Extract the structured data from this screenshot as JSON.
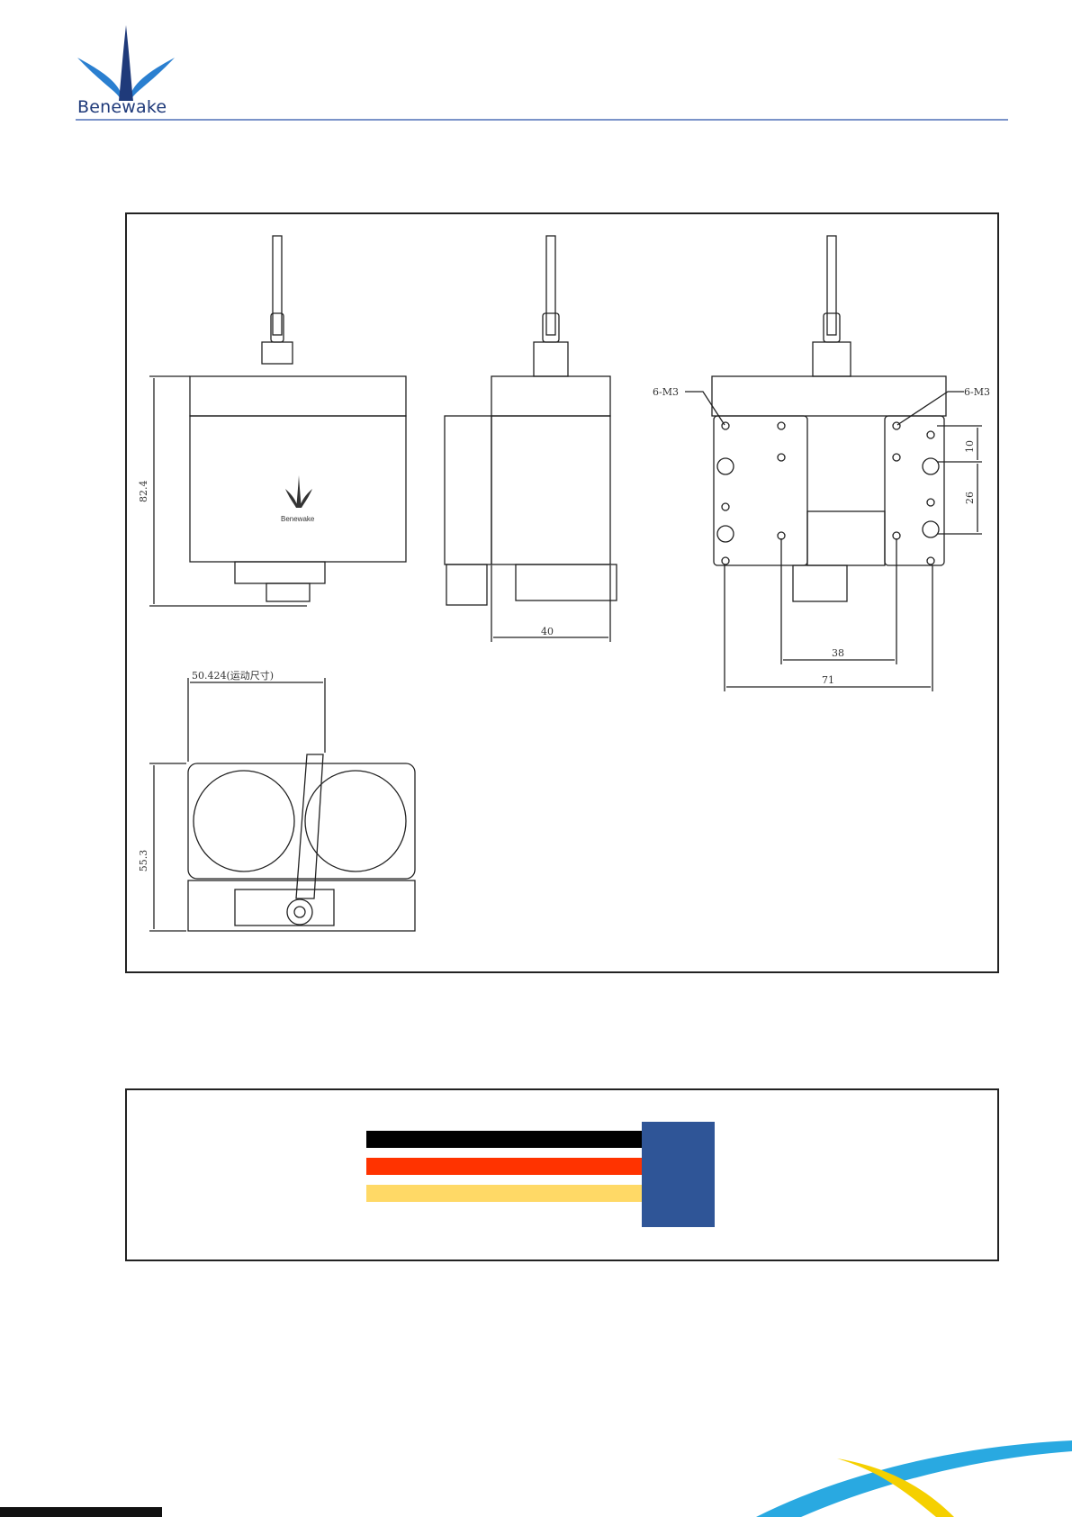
{
  "header": {
    "brand": "Benewake",
    "rule_color": "#7a93c9"
  },
  "drawing": {
    "dim_height_front": "82.4",
    "dim_depth_side": "40",
    "dim_spacing_38": "38",
    "dim_width_71": "71",
    "dim_10": "10",
    "dim_26": "26",
    "thread_label_left": "6-M3",
    "thread_label_right": "6-M3",
    "dim_bottom_width": "50.424(运动尺寸)",
    "dim_bottom_height": "55.3",
    "housing_logo": "Benewake"
  },
  "cable": {
    "wire_colors": [
      "#000000",
      "#ff3300",
      "#ffd966"
    ],
    "connector_color": "#2f5597"
  },
  "footer": {
    "swoosh_colors": [
      "#29a9e1",
      "#f5d000"
    ]
  }
}
